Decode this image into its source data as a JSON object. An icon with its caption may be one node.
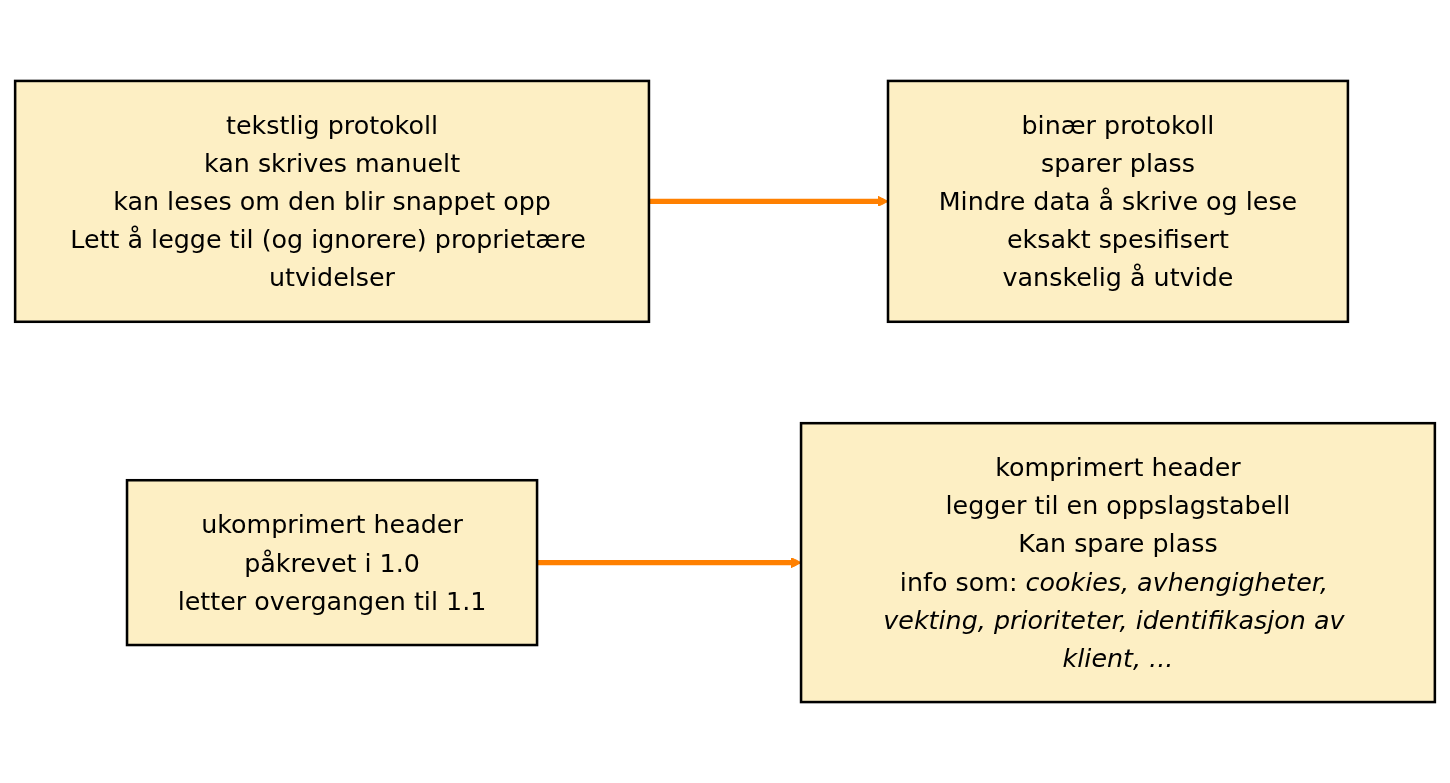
{
  "diagram": {
    "nodes": [
      {
        "text": [
          "tekstlig protokoll",
          "kan skrives manuelt",
          "kan leses om den blir snappet opp",
          "Lett å legge til (og ignorere) proprietære utvidelser"
        ]
      },
      {
        "text": [
          "binær protokoll",
          "sparer plass",
          "Mindre data å skrive og lese",
          "eksakt spesifisert",
          "vanskelig å utvide"
        ]
      },
      {
        "text": [
          "ukomprimert header",
          "påkrevet i 1.0",
          "letter overgangen til 1.1"
        ]
      },
      {
        "text": [
          "komprimert header",
          "legger til en oppslagstabell",
          "Kan spare plass",
          "info som: *cookies, avhengigheter, vekting, prioriteter, identifikasjon av klient, ...*"
        ]
      }
    ],
    "edges": [
      {
        "from": 0,
        "to": 1,
        "arrow": "to"
      },
      {
        "from": 2,
        "to": 3,
        "arrow": "to"
      }
    ]
  }
}
